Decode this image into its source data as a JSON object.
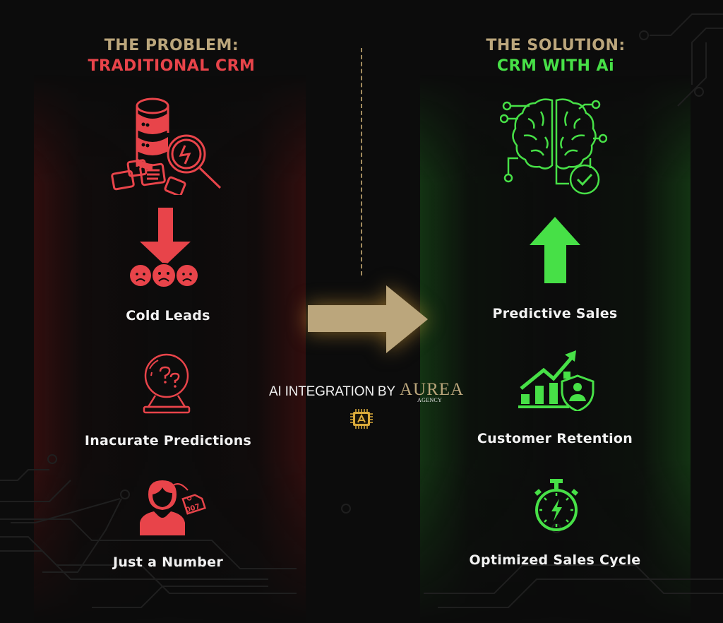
{
  "left": {
    "heading_line1": "THE PROBLEM:",
    "heading_line2": "TRADITIONAL CRM",
    "accent_color": "#e8444a",
    "items": [
      {
        "icon": "database-search-error-icon",
        "label": ""
      },
      {
        "icon": "down-arrow-sad-faces-icon",
        "label": "Cold Leads"
      },
      {
        "icon": "crystal-ball-question-icon",
        "label": "Inacurate Predictions"
      },
      {
        "icon": "person-number-tag-icon",
        "label": "Just a Number",
        "tag_text": "007"
      }
    ]
  },
  "right": {
    "heading_line1": "THE SOLUTION:",
    "heading_line2": "CRM WITH Ai",
    "accent_color": "#47e047",
    "items": [
      {
        "icon": "brain-circuit-check-icon",
        "label": ""
      },
      {
        "icon": "up-arrow-icon",
        "label": "Predictive Sales"
      },
      {
        "icon": "growth-chart-shield-user-icon",
        "label": "Customer Retention"
      },
      {
        "icon": "stopwatch-lightning-icon",
        "label": "Optimized Sales Cycle"
      }
    ]
  },
  "center": {
    "credit_text": "AI INTEGRATION BY",
    "brand": "AUREA",
    "brand_sub": "AGENCY",
    "chip_letter": "A",
    "gold_color": "#bba67c"
  }
}
